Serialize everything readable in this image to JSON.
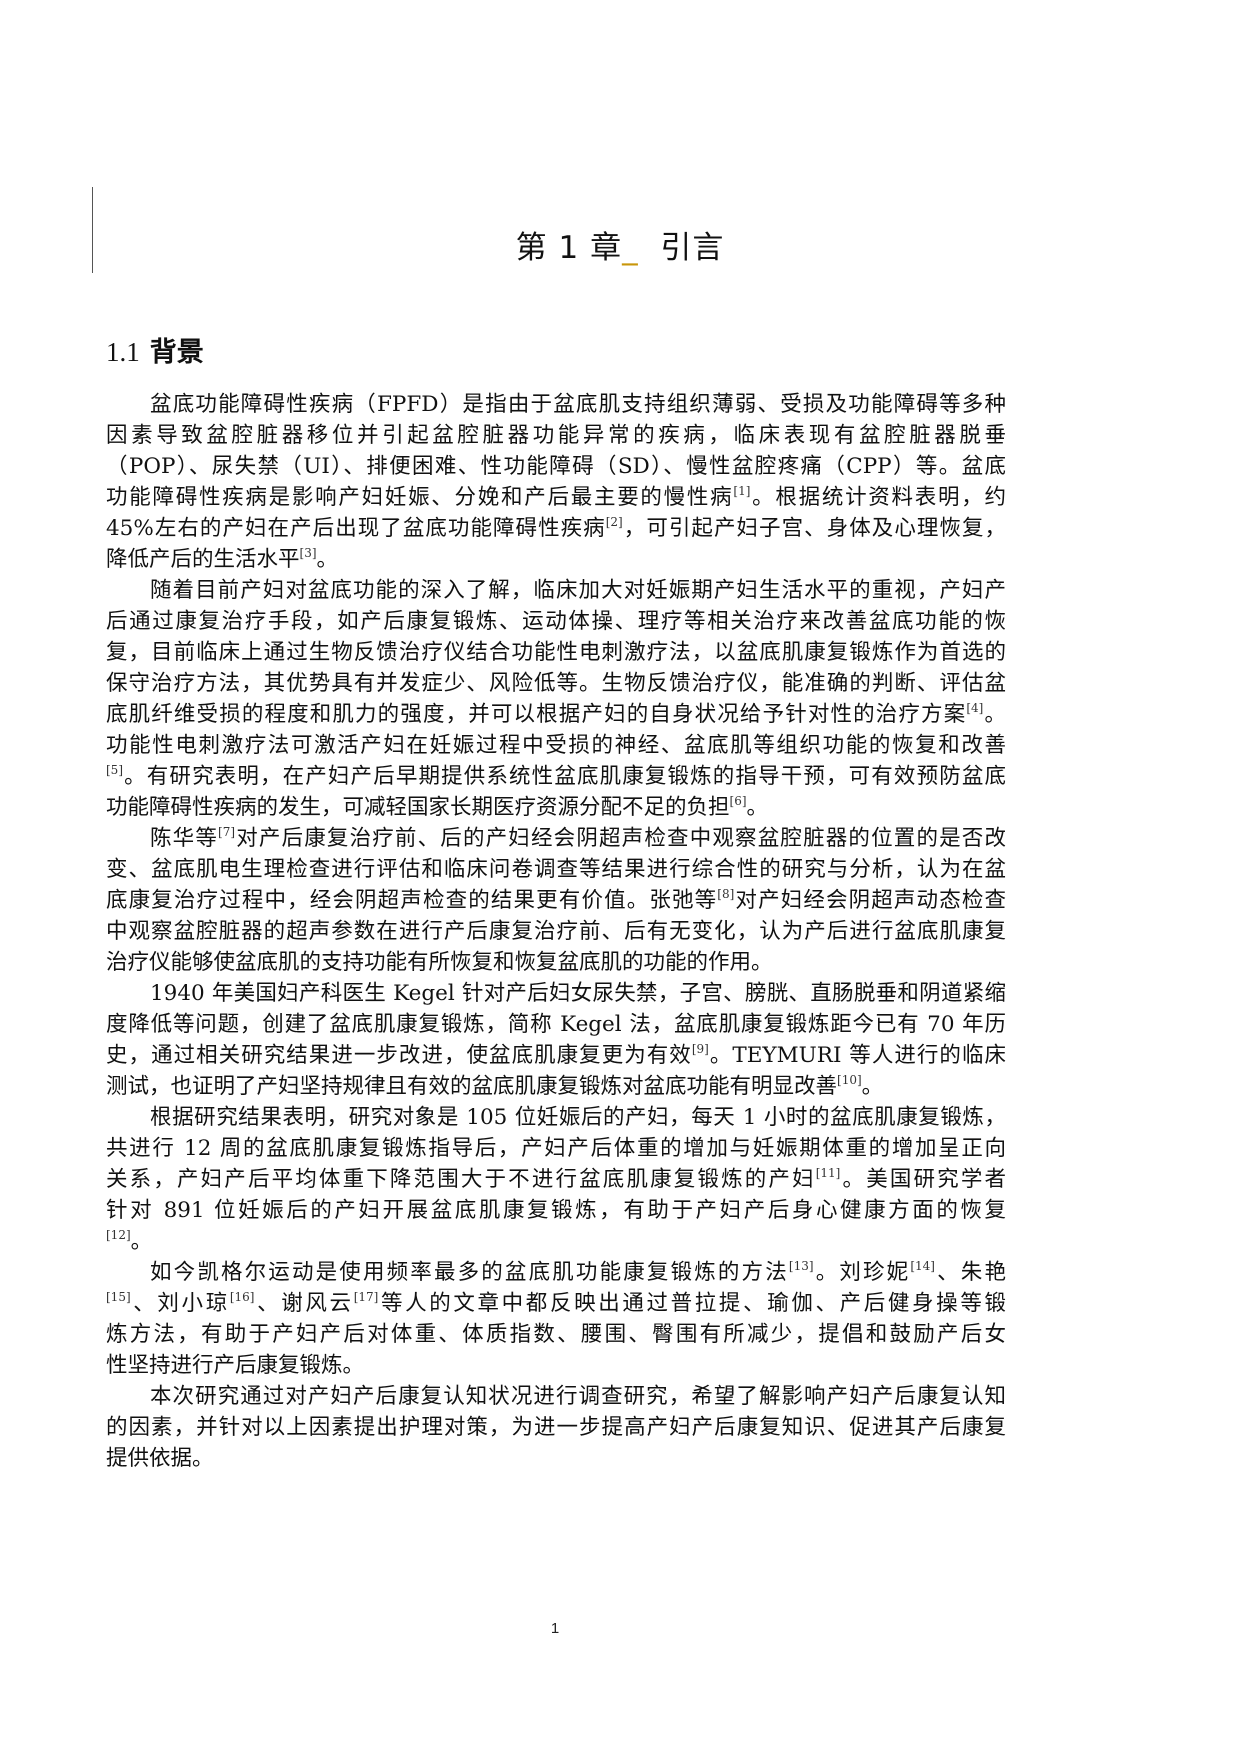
{
  "chapter": {
    "prefix": "第 1 章",
    "separator": "_",
    "title": "引言",
    "separator_color": "#c8960a"
  },
  "section": {
    "number": "1.1",
    "title": "背景"
  },
  "paragraphs": [
    {
      "lines": [
        "盆底功能障碍性疾病（FPFD）是指由于盆底肌支持组织薄弱、受损及功能障碍等多种",
        "因素导致盆腔脏器移位并引起盆腔脏器功能异常的疾病，临床表现有盆腔脏器脱垂",
        "（POP）、尿失禁（UI）、排便困难、性功能障碍（SD）、慢性盆腔疼痛（CPP）等。盆底",
        "功能障碍性疾病是影响产妇妊娠、分娩和产后最主要的慢性病[1]。根据统计资料表明，约",
        "45%左右的产妇在产后出现了盆底功能障碍性疾病[2]，可引起产妇子宫、身体及心理恢复，",
        "降低产后的生活水平[3]。"
      ]
    },
    {
      "lines": [
        "随着目前产妇对盆底功能的深入了解，临床加大对妊娠期产妇生活水平的重视，产妇产",
        "后通过康复治疗手段，如产后康复锻炼、运动体操、理疗等相关治疗来改善盆底功能的恢",
        "复，目前临床上通过生物反馈治疗仪结合功能性电刺激疗法，以盆底肌康复锻炼作为首选的",
        "保守治疗方法，其优势具有并发症少、风险低等。生物反馈治疗仪，能准确的判断、评估盆",
        "底肌纤维受损的程度和肌力的强度，并可以根据产妇的自身状况给予针对性的治疗方案[4]。",
        "功能性电刺激疗法可激活产妇在妊娠过程中受损的神经、盆底肌等组织功能的恢复和改善",
        "[5]。有研究表明，在产妇产后早期提供系统性盆底肌康复锻炼的指导干预，可有效预防盆底",
        "功能障碍性疾病的发生，可减轻国家长期医疗资源分配不足的负担[6]。"
      ]
    },
    {
      "lines": [
        "陈华等[7]对产后康复治疗前、后的产妇经会阴超声检查中观察盆腔脏器的位置的是否改",
        "变、盆底肌电生理检查进行评估和临床问卷调查等结果进行综合性的研究与分析，认为在盆",
        "底康复治疗过程中，经会阴超声检查的结果更有价值。张弛等[8]对产妇经会阴超声动态检查",
        "中观察盆腔脏器的超声参数在进行产后康复治疗前、后有无变化，认为产后进行盆底肌康复",
        "治疗仪能够使盆底肌的支持功能有所恢复和恢复盆底肌的功能的作用。"
      ]
    },
    {
      "lines": [
        "1940 年美国妇产科医生 Kegel 针对产后妇女尿失禁，子宫、膀胱、直肠脱垂和阴道紧缩",
        "度降低等问题，创建了盆底肌康复锻炼，简称 Kegel 法，盆底肌康复锻炼距今已有 70 年历",
        "史，通过相关研究结果进一步改进，使盆底肌康复更为有效[9]。TEYMURI 等人进行的临床",
        "测试，也证明了产妇坚持规律且有效的盆底肌康复锻炼对盆底功能有明显改善[10]。"
      ]
    },
    {
      "lines": [
        "根据研究结果表明，研究对象是 105 位妊娠后的产妇，每天 1 小时的盆底肌康复锻炼，",
        "共进行 12 周的盆底肌康复锻炼指导后，产妇产后体重的增加与妊娠期体重的增加呈正向",
        "关系，产妇产后平均体重下降范围大于不进行盆底肌康复锻炼的产妇[11]。美国研究学者",
        "针对 891 位妊娠后的产妇开展盆底肌康复锻炼，有助于产妇产后身心健康方面的恢复",
        "[12]。"
      ]
    },
    {
      "lines": [
        "如今凯格尔运动是使用频率最多的盆底肌功能康复锻炼的方法[13]。刘珍妮[14]、朱艳",
        "[15]、刘小琼[16]、谢风云[17]等人的文章中都反映出通过普拉提、瑜伽、产后健身操等锻",
        "炼方法，有助于产妇产后对体重、体质指数、腰围、臀围有所减少，提倡和鼓励产后女",
        "性坚持进行产后康复锻炼。"
      ]
    },
    {
      "lines": [
        "本次研究通过对产妇产后康复认知状况进行调查研究，希望了解影响产妇产后康复认知",
        "的因素，并针对以上因素提出护理对策，为进一步提高产妇产后康复知识、促进其产后康复",
        "提供依据。"
      ]
    }
  ],
  "footer": {
    "page_number": "1"
  }
}
